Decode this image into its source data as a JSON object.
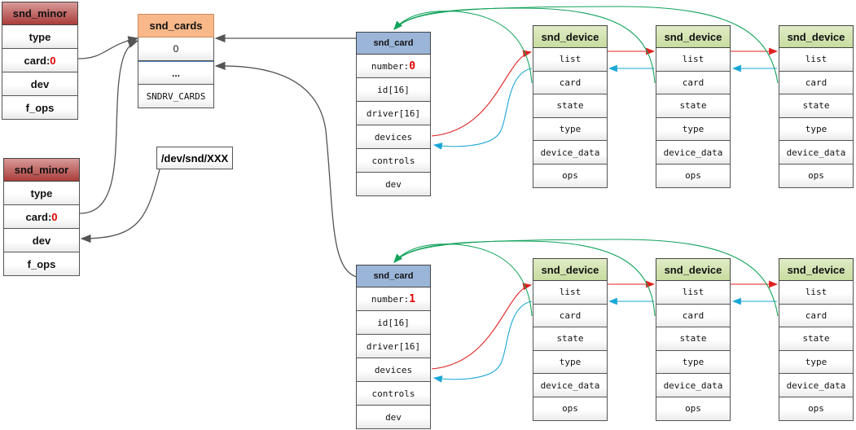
{
  "snd_minor_top": {
    "title": "snd_minor",
    "type": "type",
    "card_label": "card:",
    "card_value": "0",
    "dev": "dev",
    "f_ops": "f_ops"
  },
  "snd_minor_bottom": {
    "title": "snd_minor",
    "type": "type",
    "card_label": "card:",
    "card_value": "0",
    "dev": "dev",
    "f_ops": "f_ops"
  },
  "snd_cards": {
    "title": "snd_cards",
    "rows": [
      "0",
      "...",
      "SNDRV_CARDS"
    ]
  },
  "dev_path": "/dev/snd/XXX",
  "snd_card_0": {
    "title": "snd_card",
    "number_label": "number:",
    "number_value": "0",
    "id": "id[16]",
    "driver": "driver[16]",
    "devices": "devices",
    "controls": "controls",
    "dev": "dev"
  },
  "snd_card_1": {
    "title": "snd_card",
    "number_label": "number:",
    "number_value": "1",
    "id": "id[16]",
    "driver": "driver[16]",
    "devices": "devices",
    "controls": "controls",
    "dev": "dev"
  },
  "snd_device": {
    "title": "snd_device",
    "fields": [
      "list",
      "card",
      "state",
      "type",
      "device_data",
      "ops"
    ]
  },
  "colors": {
    "minor_header": "#a93d3b",
    "cards_header": "#f8b889",
    "card_header": "#9bb5d9",
    "device_header": "#c8dc9f",
    "next_link": "#e02020",
    "prev_link": "#1aa7d6",
    "card_backref": "#12a35a",
    "index_ref": "#555555",
    "highlight_value": "#e00000"
  }
}
